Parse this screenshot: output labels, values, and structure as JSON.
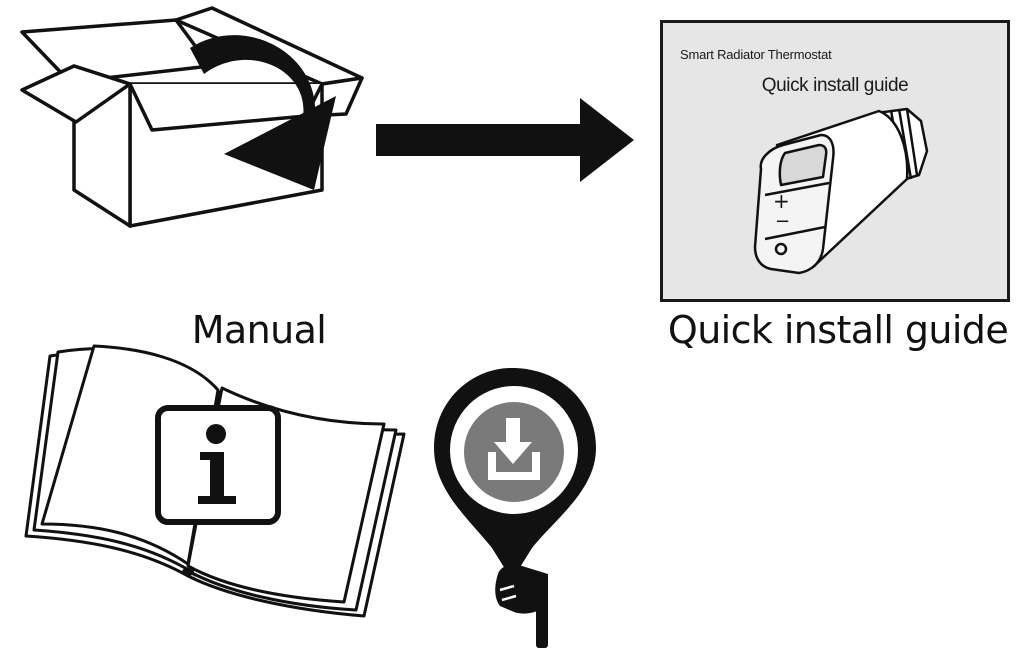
{
  "colors": {
    "ink": "#111111",
    "card_background": "#e6e6e6",
    "download_disc": "#7a7a7a"
  },
  "icons": {
    "box": "open-box-icon",
    "arrow": "right-arrow-icon",
    "thermostat": "radiator-thermostat-icon",
    "book": "open-book-icon",
    "info": "info-icon",
    "download": "download-icon",
    "hand": "pointing-hand-icon"
  },
  "card": {
    "brand": "Smart Radiator Thermostat",
    "title": "Quick install guide",
    "plus_symbol": "+",
    "minus_symbol": "−"
  },
  "captions": {
    "manual": "Manual",
    "guide": "Quick install guide"
  }
}
